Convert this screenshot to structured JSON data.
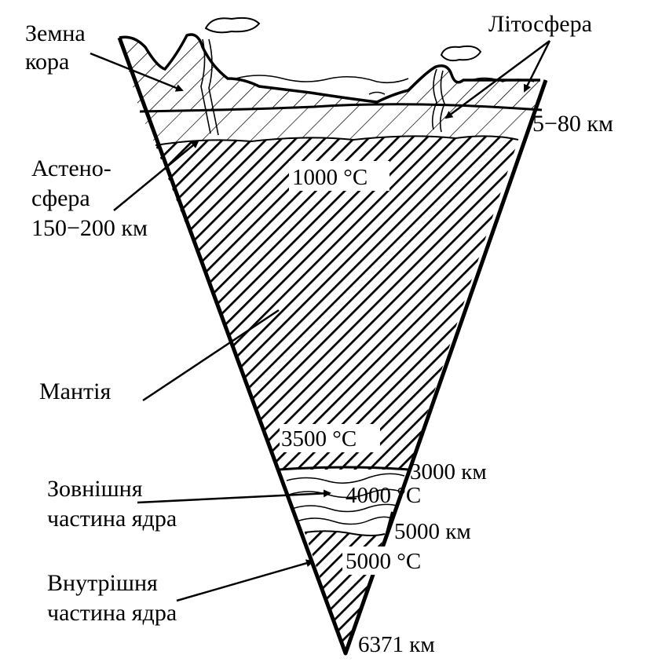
{
  "labels": {
    "earth_crust_line1": "Земна",
    "earth_crust_line2": "кора",
    "lithosphere": "Літосфера",
    "lithosphere_depth": "5−80 км",
    "asthenosphere_line1": "Астено-",
    "asthenosphere_line2": "сфера",
    "asthenosphere_depth": "150−200 км",
    "mantle": "Мантія",
    "outer_core_line1": "Зовнішня",
    "outer_core_line2": "частина ядра",
    "inner_core_line1": "Внутрішня",
    "inner_core_line2": "частина ядра"
  },
  "temperatures": {
    "asthenosphere": "1000 °C",
    "mantle_bottom": "3500 °C",
    "outer_core": "4000 °C",
    "inner_core": "5000 °C"
  },
  "depths": {
    "mantle_boundary": "3000 км",
    "outer_core_boundary": "5000 км",
    "center": "6371 км"
  },
  "colors": {
    "ink": "#000000",
    "paper": "#ffffff"
  }
}
